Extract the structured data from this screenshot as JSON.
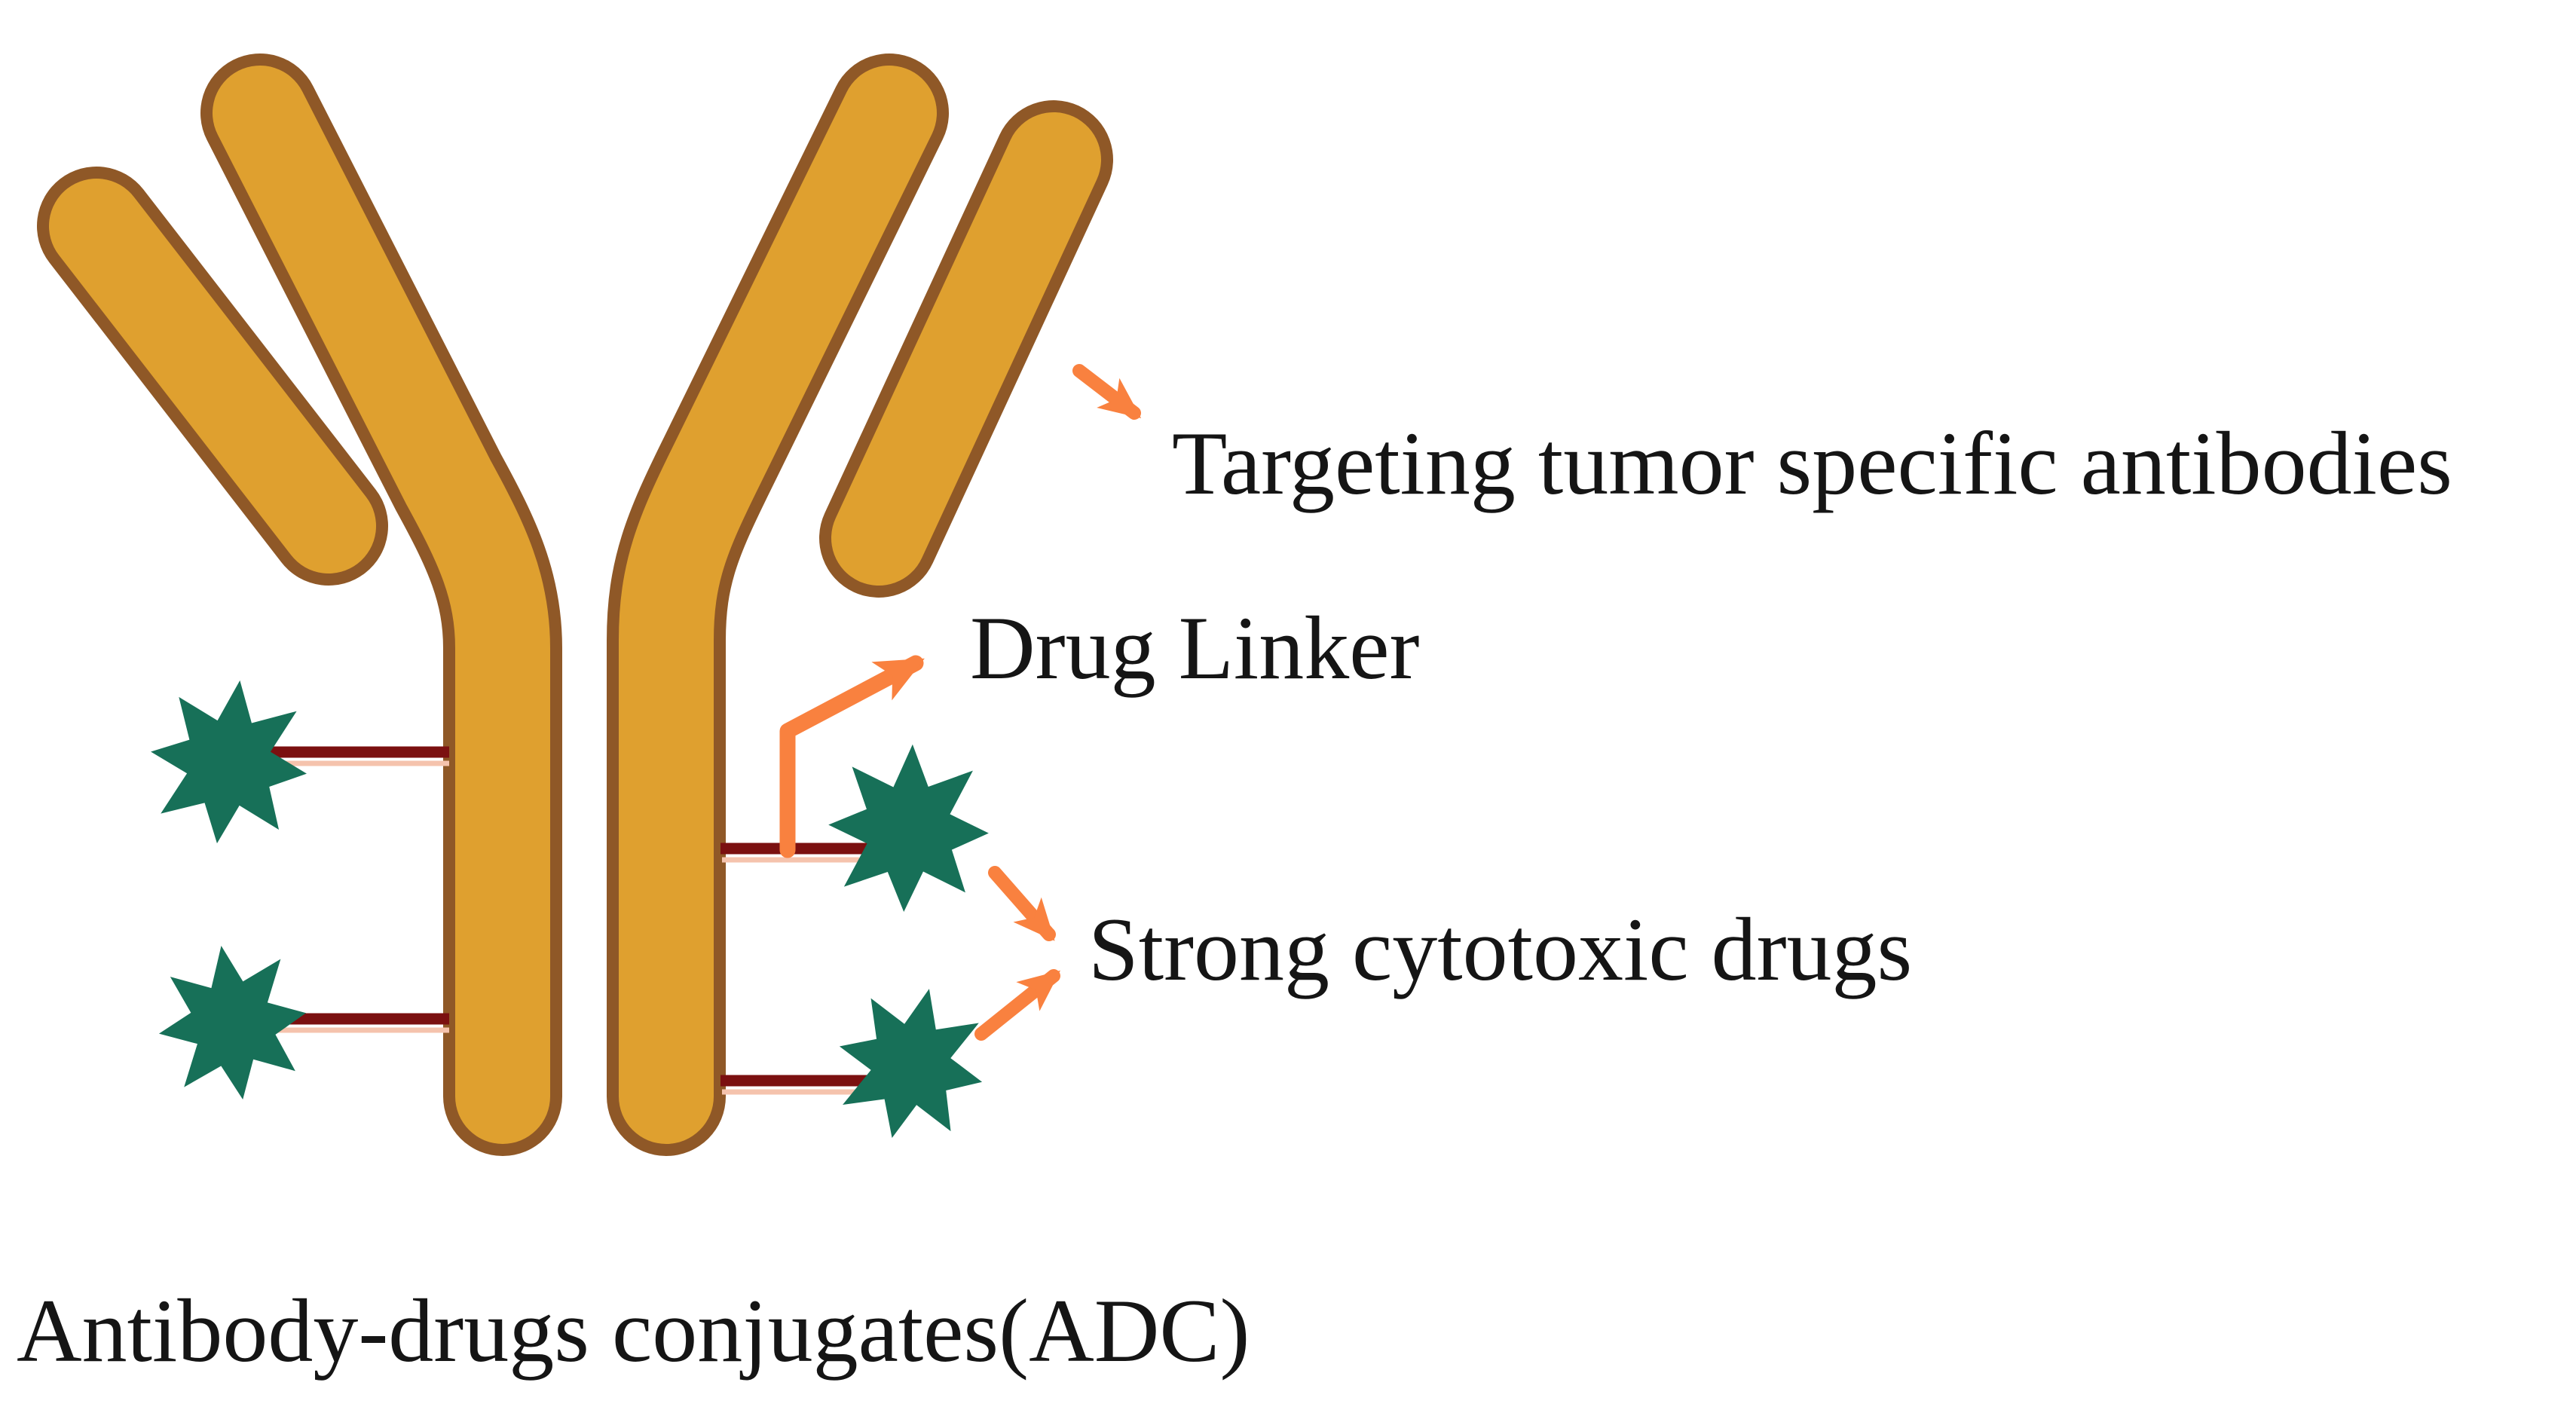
{
  "figure": {
    "labels": {
      "targeting": "Targeting tumor specific antibodies",
      "drug_linker": "Drug Linker",
      "cytotoxic": "Strong cytotoxic drugs",
      "caption": "Antibody-drugs conjugates(ADC)"
    },
    "colors": {
      "antibody_fill": "#DFA02F",
      "antibody_outline": "#8F5827",
      "drug_star": "#177058",
      "linker_line": "#7B1010",
      "linker_underline": "#F5C3AD",
      "arrow": "#F9813F",
      "text": "#151515"
    },
    "counts": {
      "drug_stars": 4,
      "linker_lines": 4,
      "annotation_arrows": 4
    }
  }
}
